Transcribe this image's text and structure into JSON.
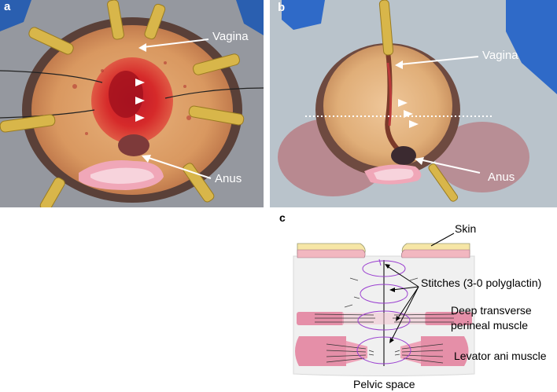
{
  "panel_a": {
    "letter": "a",
    "labels": {
      "vagina": "Vagina",
      "anus": "Anus"
    }
  },
  "panel_b": {
    "letter": "b",
    "labels": {
      "vagina": "Vagina",
      "anus": "Anus"
    }
  },
  "panel_c": {
    "letter": "c",
    "labels": {
      "skin": "Skin",
      "stitches": "Stitches (3-0 polyglactin)",
      "deep_transverse_1": "Deep transverse",
      "deep_transverse_2": "perineal  muscle",
      "levator": "Levator ani muscle",
      "pelvic": "Pelvic space"
    }
  }
}
